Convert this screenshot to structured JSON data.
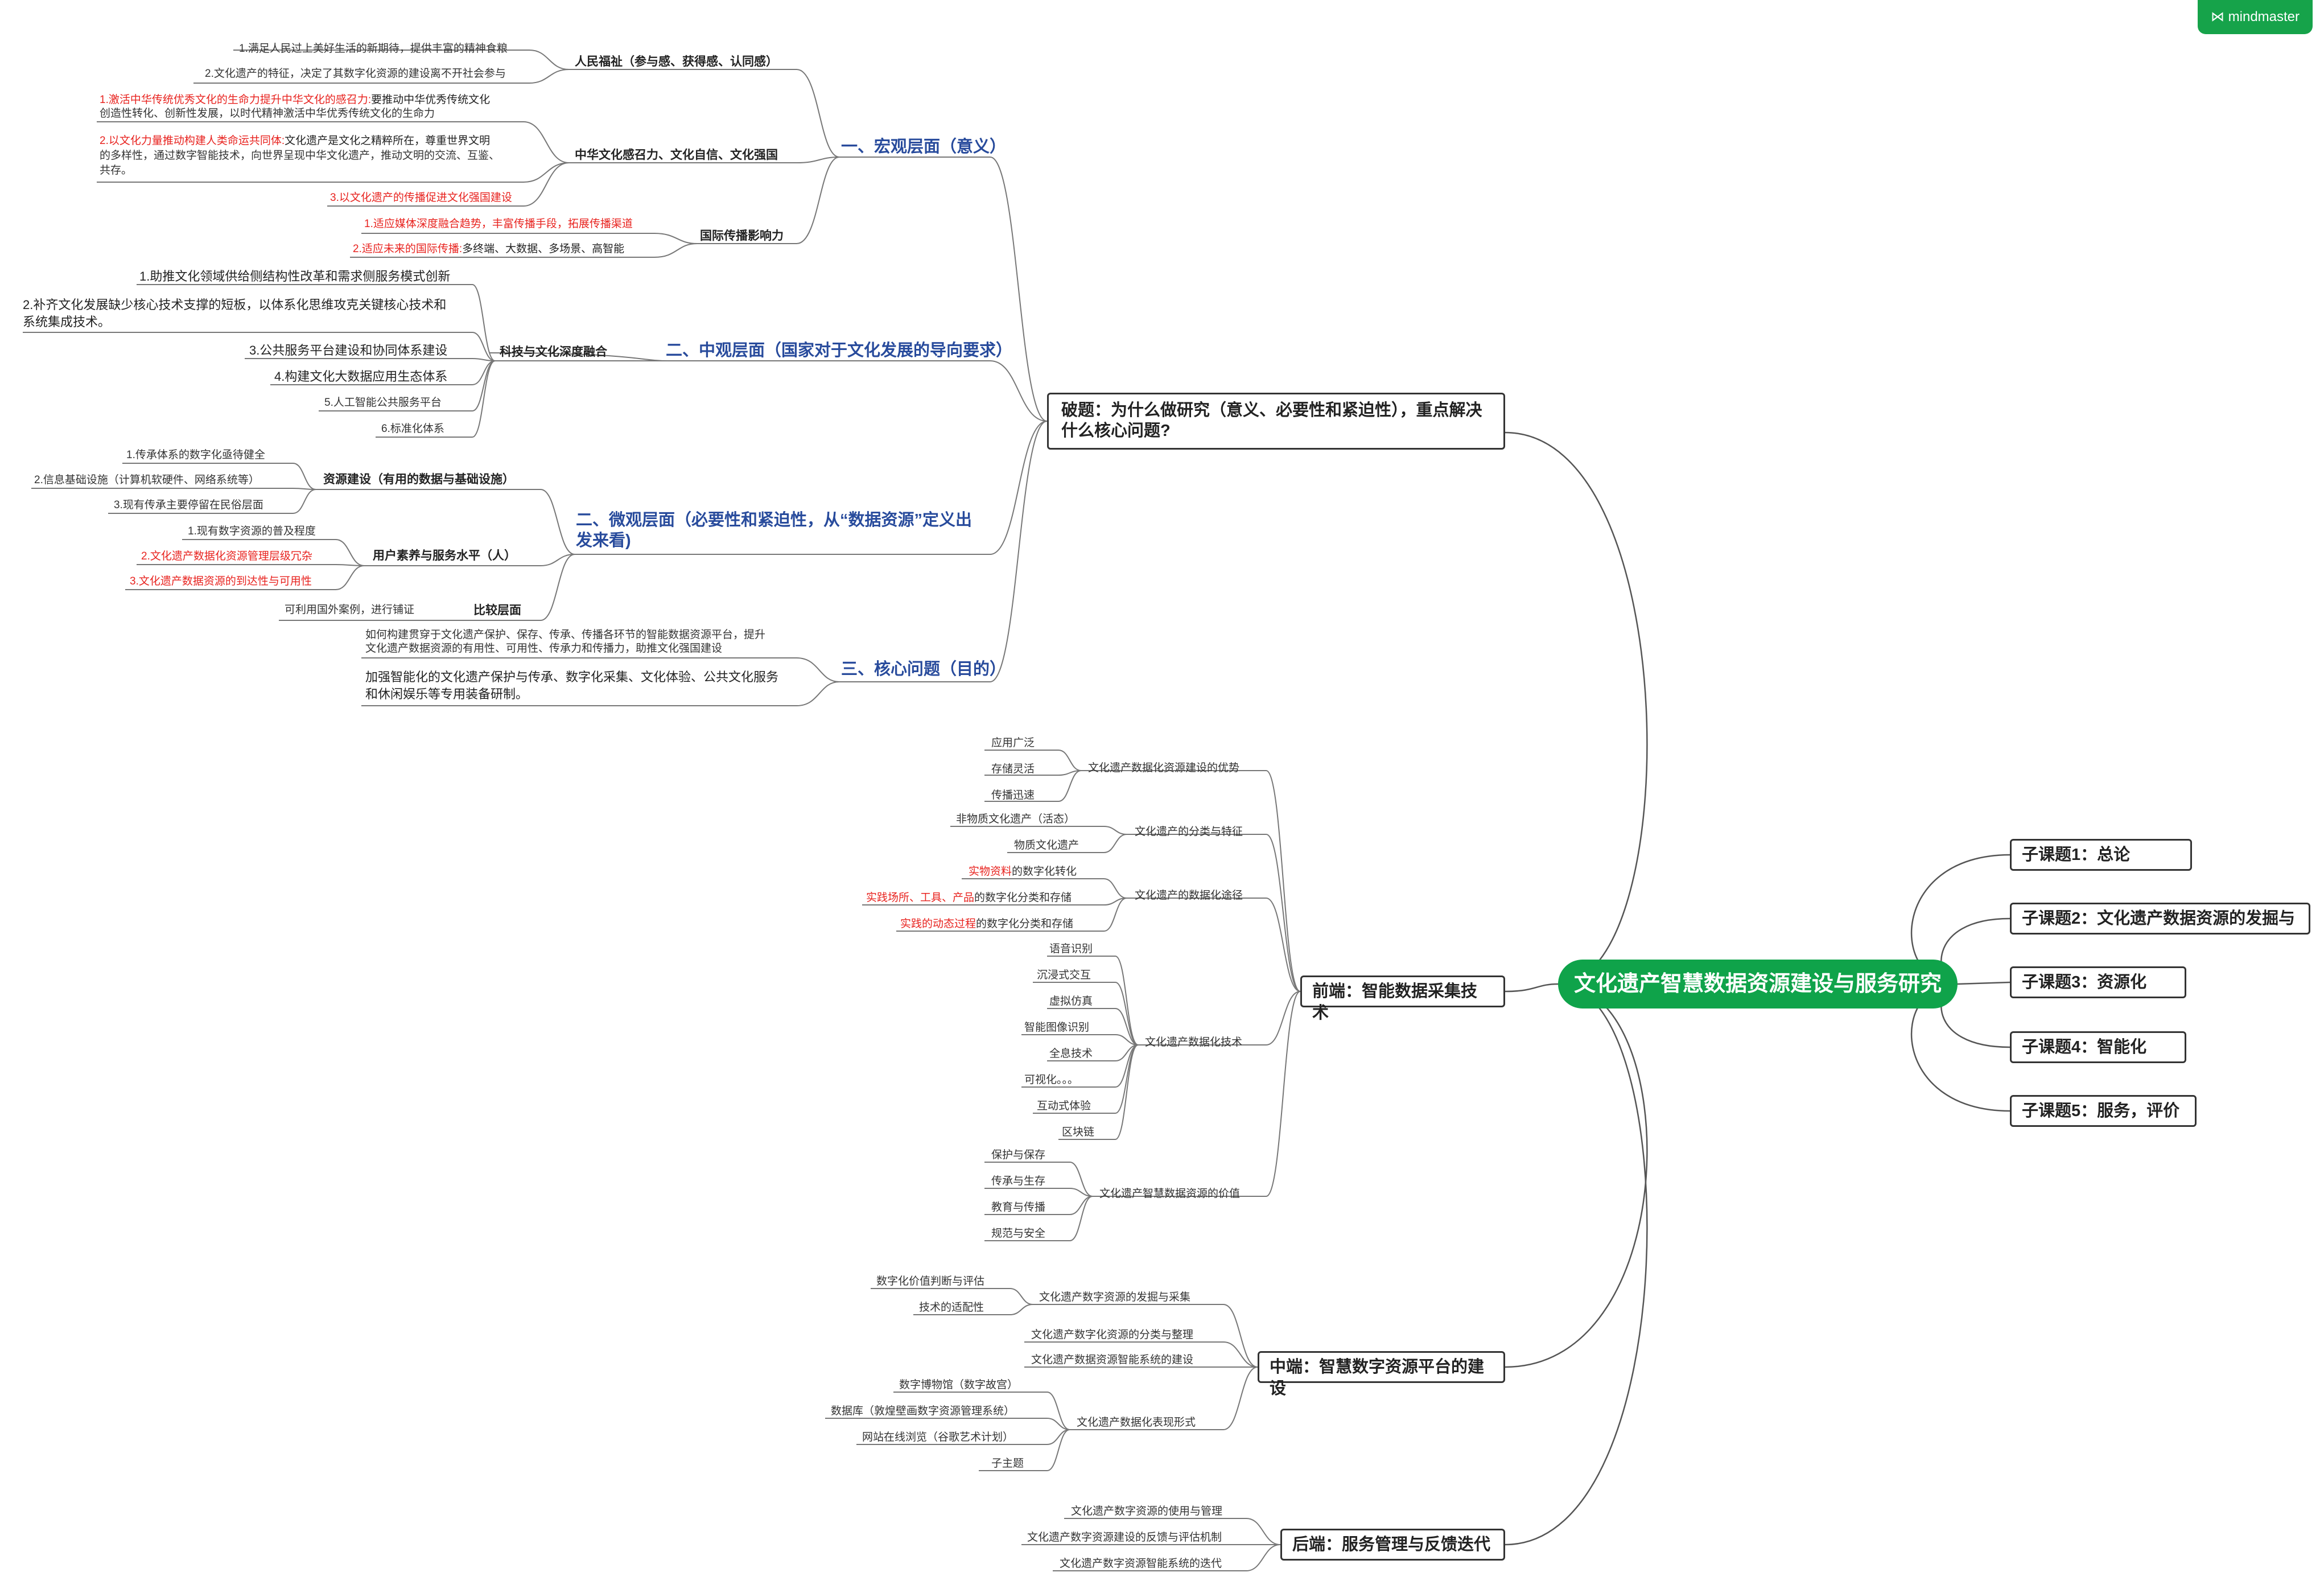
{
  "logo": "mindmaster",
  "center": "文化遗产智慧数据资源建设与服务研究",
  "subtopics": [
    "子课题1：总论",
    "子课题2：文化遗产数据资源的发掘与",
    "子课题3：资源化",
    "子课题4：智能化",
    "子课题5：服务，评价"
  ],
  "left_main": {
    "pojie": "破题：为什么做研究（意义、必要性和紧迫性），重点解决什么核心问题?",
    "qianduan": "前端：智能数据采集技术",
    "zhongduan": "中端：智慧数字资源平台的建设",
    "houduan": "后端：服务管理与反馈迭代"
  },
  "sections": {
    "hongguan": "一、宏观层面（意义）",
    "zhongguan": "二、中观层面（国家对于文化发展的导向要求）",
    "weiguan": "二、微观层面（必要性和紧迫性，从“数据资源”定义出发来看)",
    "hexin": "三、核心问题（目的）"
  },
  "groups": {
    "renmin": "人民福祉（参与感、获得感、认同感）",
    "zhonghua": "中华文化感召力、文化自信、文化强国",
    "guoji": "国际传播影响力",
    "keji": "科技与文化深度融合",
    "ziyuan": "资源建设（有用的数据与基础设施）",
    "yonghu": "用户素养与服务水平（人）",
    "bijiao": "比较层面"
  },
  "leaves": {
    "r1": "1.满足人民过上美好生活的新期待，提供丰富的精神食粮",
    "r2": "2.文化遗产的特征，决定了其数字化资源的建设离不开社会参与",
    "z1a": "1.激活中华传统优秀文化的生命力提升中华文化的感召力:",
    "z1b": "要推动中华优秀传统文化",
    "z1c": "创造性转化、创新性发展，以时代精神激活中华优秀传统文化的生命力",
    "z2a": "2.以文化力量推动构建人类命运共同体:",
    "z2b": "文化遗产是文化之精粹所在，尊重世界文明",
    "z2c": "的多样性，通过数字智能技术，向世界呈现中华文化遗产，推动文明的交流、互鉴、",
    "z2d": "共存。",
    "z3": "3.以文化遗产的传播促进文化强国建设",
    "g1": "1.适应媒体深度融合趋势，丰富传播手段，拓展传播渠道",
    "g2a": "2.适应未来的国际传播:",
    "g2b": "多终端、大数据、多场景、高智能",
    "k1": "1.助推文化领域供给侧结构性改革和需求侧服务模式创新",
    "k2a": "2.补齐文化发展缺少核心技术支撑的短板，以体系化思维攻克关键核心技术和",
    "k2b": "系统集成技术。",
    "k3": "3.公共服务平台建设和协同体系建设",
    "k4": "4.构建文化大数据应用生态体系",
    "k5": "5.人工智能公共服务平台",
    "k6": "6.标准化体系",
    "y1": "1.传承体系的数字化亟待健全",
    "y2": "2.信息基础设施（计算机软硬件、网络系统等）",
    "y3": "3.现有传承主要停留在民俗层面",
    "u1": "1.现有数字资源的普及程度",
    "u2": "2.文化遗产数据化资源管理层级冗杂",
    "u3": "3.文化遗产数据资源的到达性与可用性",
    "b1": "可利用国外案例，进行铺证",
    "h1a": "如何构建贯穿于文化遗产保护、保存、传承、传播各环节的智能数据资源平台，提升",
    "h1b": "文化遗产数据资源的有用性、可用性、传承力和传播力，助推文化强国建设",
    "h2a": "加强智能化的文化遗产保护与传承、数字化采集、文化体验、公共文化服务",
    "h2b": "和休闲娱乐等专用装备研制。"
  },
  "front": {
    "adv": "文化遗产数据化资源建设的优势",
    "adv_items": [
      "应用广泛",
      "存储灵活",
      "传播迅速"
    ],
    "cls": "文化遗产的分类与特征",
    "cls_items": [
      "非物质文化遗产（活态）",
      "物质文化遗产"
    ],
    "path": "文化遗产的数据化途径",
    "path1_red": "实物资料",
    "path1_rest": "的数字化转化",
    "path2_red": "实践场所、工具、产品",
    "path2_rest": "的数字化分类和存储",
    "path3_red": "实践的动态过程",
    "path3_rest": "的数字化分类和存储",
    "tech": "文化遗产数据化技术",
    "tech_items": [
      "语音识别",
      "沉浸式交互",
      "虚拟仿真",
      "智能图像识别",
      "全息技术",
      "可视化。。。",
      "互动式体验",
      "区块链"
    ],
    "val": "文化遗产智慧数据资源的价值",
    "val_items": [
      "保护与保存",
      "传承与生存",
      "教育与传播",
      "规范与安全"
    ]
  },
  "mid": {
    "m1": "文化遗产数字资源的发掘与采集",
    "m1_items": [
      "数字化价值判断与评估",
      "技术的适配性"
    ],
    "m2": "文化遗产数字化资源的分类与整理",
    "m3": "文化遗产数据资源智能系统的建设",
    "m4": "文化遗产数据化表现形式",
    "m4_items": [
      "数字博物馆（数字故宫）",
      "数据库（敦煌壁画数字资源管理系统）",
      "网站在线浏览（谷歌艺术计划）",
      "子主题"
    ]
  },
  "back": {
    "items": [
      "文化遗产数字资源的使用与管理",
      "文化遗产数字资源建设的反馈与评估机制",
      "文化遗产数字资源智能系统的迭代"
    ]
  }
}
